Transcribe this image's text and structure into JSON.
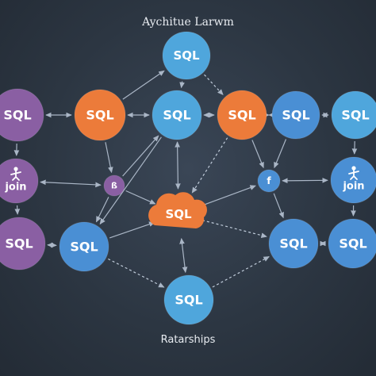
{
  "header": {
    "title": "Aychitue Larwm"
  },
  "footer": {
    "caption": "Ratarships"
  },
  "colors": {
    "background": "#2c3642",
    "blue": "#4a8fd4",
    "sky": "#4fa6dc",
    "orange": "#ec7b3a",
    "purple": "#8a5fa3",
    "connector": "#aab6c6"
  },
  "nodes": [
    {
      "id": "sql-top",
      "label": "SQL",
      "color": "sky"
    },
    {
      "id": "sql-left-purple",
      "label": "SQL",
      "color": "purple"
    },
    {
      "id": "sql-orange-left",
      "label": "SQL",
      "color": "orange"
    },
    {
      "id": "sql-center-top",
      "label": "SQL",
      "color": "sky"
    },
    {
      "id": "sql-orange-right",
      "label": "SQL",
      "color": "orange"
    },
    {
      "id": "sql-right-1",
      "label": "SQL",
      "color": "blue"
    },
    {
      "id": "sql-right-2",
      "label": "SQL",
      "color": "sky"
    },
    {
      "id": "join-left",
      "label": "join",
      "color": "purple",
      "icon": "person-icon"
    },
    {
      "id": "hub-left",
      "label": "ß",
      "color": "purple"
    },
    {
      "id": "hub-right",
      "label": "f",
      "color": "blue"
    },
    {
      "id": "join-right",
      "label": "join",
      "color": "blue",
      "icon": "person-icon"
    },
    {
      "id": "sql-cloud",
      "label": "SQL",
      "color": "orange",
      "shape": "cloud"
    },
    {
      "id": "sql-left-bottom",
      "label": "SQL",
      "color": "purple"
    },
    {
      "id": "sql-mid-bottom",
      "label": "SQL",
      "color": "blue"
    },
    {
      "id": "sql-right-bottom-1",
      "label": "SQL",
      "color": "blue"
    },
    {
      "id": "sql-right-bottom-2",
      "label": "SQL",
      "color": "blue"
    },
    {
      "id": "sql-bottom",
      "label": "SQL",
      "color": "sky"
    }
  ]
}
